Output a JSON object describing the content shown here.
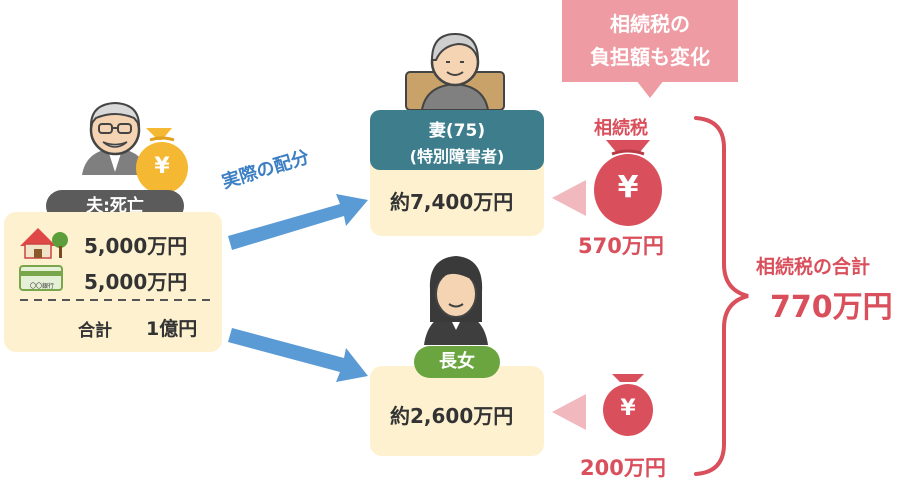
{
  "deceased": {
    "label": "夫:死亡",
    "assets": [
      {
        "icon": "house-icon",
        "amount": "5,000万円"
      },
      {
        "icon": "bank-card-icon",
        "amount": "5,000万円",
        "card_text": "〇〇銀行"
      }
    ],
    "total_label": "合計",
    "total_value": "1億円",
    "moneybag_symbol": "¥"
  },
  "arrow_label": "実際の配分",
  "heirs": [
    {
      "label_line1": "妻(75)",
      "label_line2": "(特別障害者)",
      "amount": "約7,400万円",
      "tax_label": "相続税",
      "tax": "570万円"
    },
    {
      "label_line1": "長女",
      "amount": "約2,600万円",
      "tax": "200万円"
    }
  ],
  "callout": {
    "line1": "相続税の",
    "line2": "負担額も変化"
  },
  "total": {
    "label": "相続税の合計",
    "value": "770万円"
  },
  "colors": {
    "cream": "#fdf1cf",
    "wife_tag": "#3e7e8c",
    "daughter_tag": "#6aa53f",
    "deceased_tag": "#5b5b5b",
    "arrow_blue": "#5b9bd5",
    "red": "#d9505c",
    "callout_pink": "#ef9ba3",
    "chevron_pink": "#f1b8bd",
    "moneybag_gold": "#f5b833"
  }
}
